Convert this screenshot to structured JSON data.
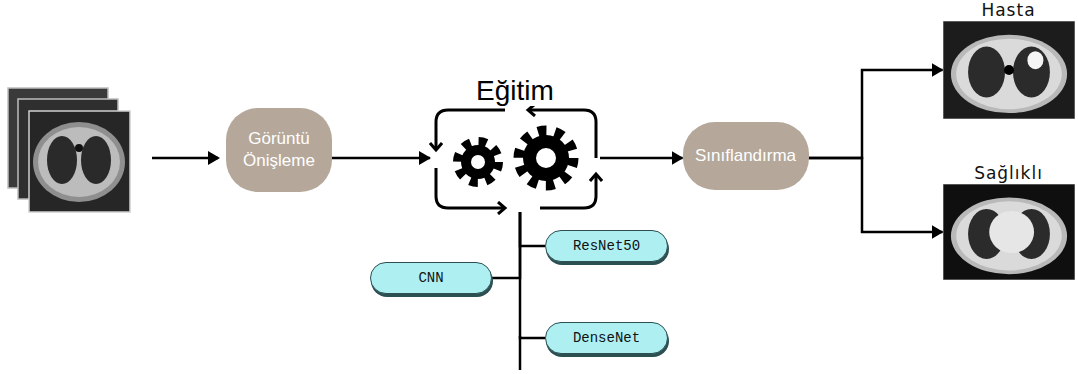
{
  "diagram": {
    "nodes": [
      {
        "text": [
          "Görüntü Önişleme"
        ]
      },
      {
        "text": [
          "Eğitim"
        ]
      },
      {
        "text": [
          "Sınıflandırma"
        ]
      },
      {
        "text": [
          "Hasta"
        ]
      },
      {
        "text": [
          "Sağlıklı"
        ]
      },
      {
        "text": [
          "ResNet50"
        ]
      },
      {
        "text": [
          "CNN"
        ]
      },
      {
        "text": [
          "DenseNet"
        ]
      }
    ],
    "edges": [
      {
        "from": 0,
        "to": 1,
        "arrow": "to"
      },
      {
        "from": 1,
        "to": 2,
        "arrow": "to"
      },
      {
        "from": 2,
        "to": 3,
        "arrow": "to"
      },
      {
        "from": 2,
        "to": 4,
        "arrow": "to"
      },
      {
        "from": 1,
        "to": 5,
        "arrow": "none"
      },
      {
        "from": 1,
        "to": 6,
        "arrow": "none"
      },
      {
        "from": 1,
        "to": 7,
        "arrow": "none"
      }
    ]
  }
}
